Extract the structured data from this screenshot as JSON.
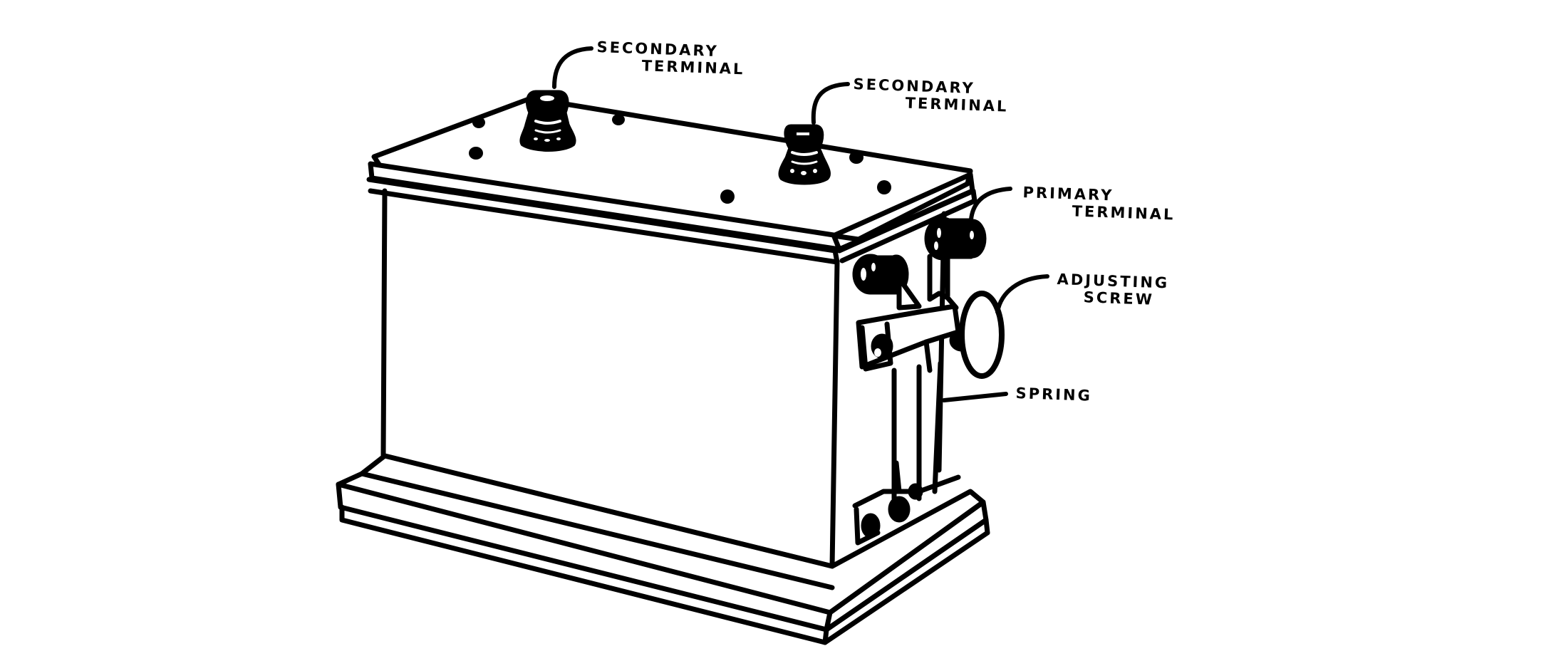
{
  "figure": {
    "description": "Induction coil box with terminals, interrupter spring and adjusting screw",
    "colors": {
      "ink": "#000000",
      "paper": "#ffffff"
    },
    "labels": {
      "secondary_terminal_1": {
        "line1": "SECONDARY",
        "line2": "TERMINAL"
      },
      "secondary_terminal_2": {
        "line1": "SECONDARY",
        "line2": "TERMINAL"
      },
      "primary_terminal": {
        "line1": "PRIMARY",
        "line2": "TERMINAL"
      },
      "adjusting_screw": {
        "line1": "ADJUSTING",
        "line2": "SCREW"
      },
      "spring": {
        "line1": "SPRING"
      }
    }
  }
}
